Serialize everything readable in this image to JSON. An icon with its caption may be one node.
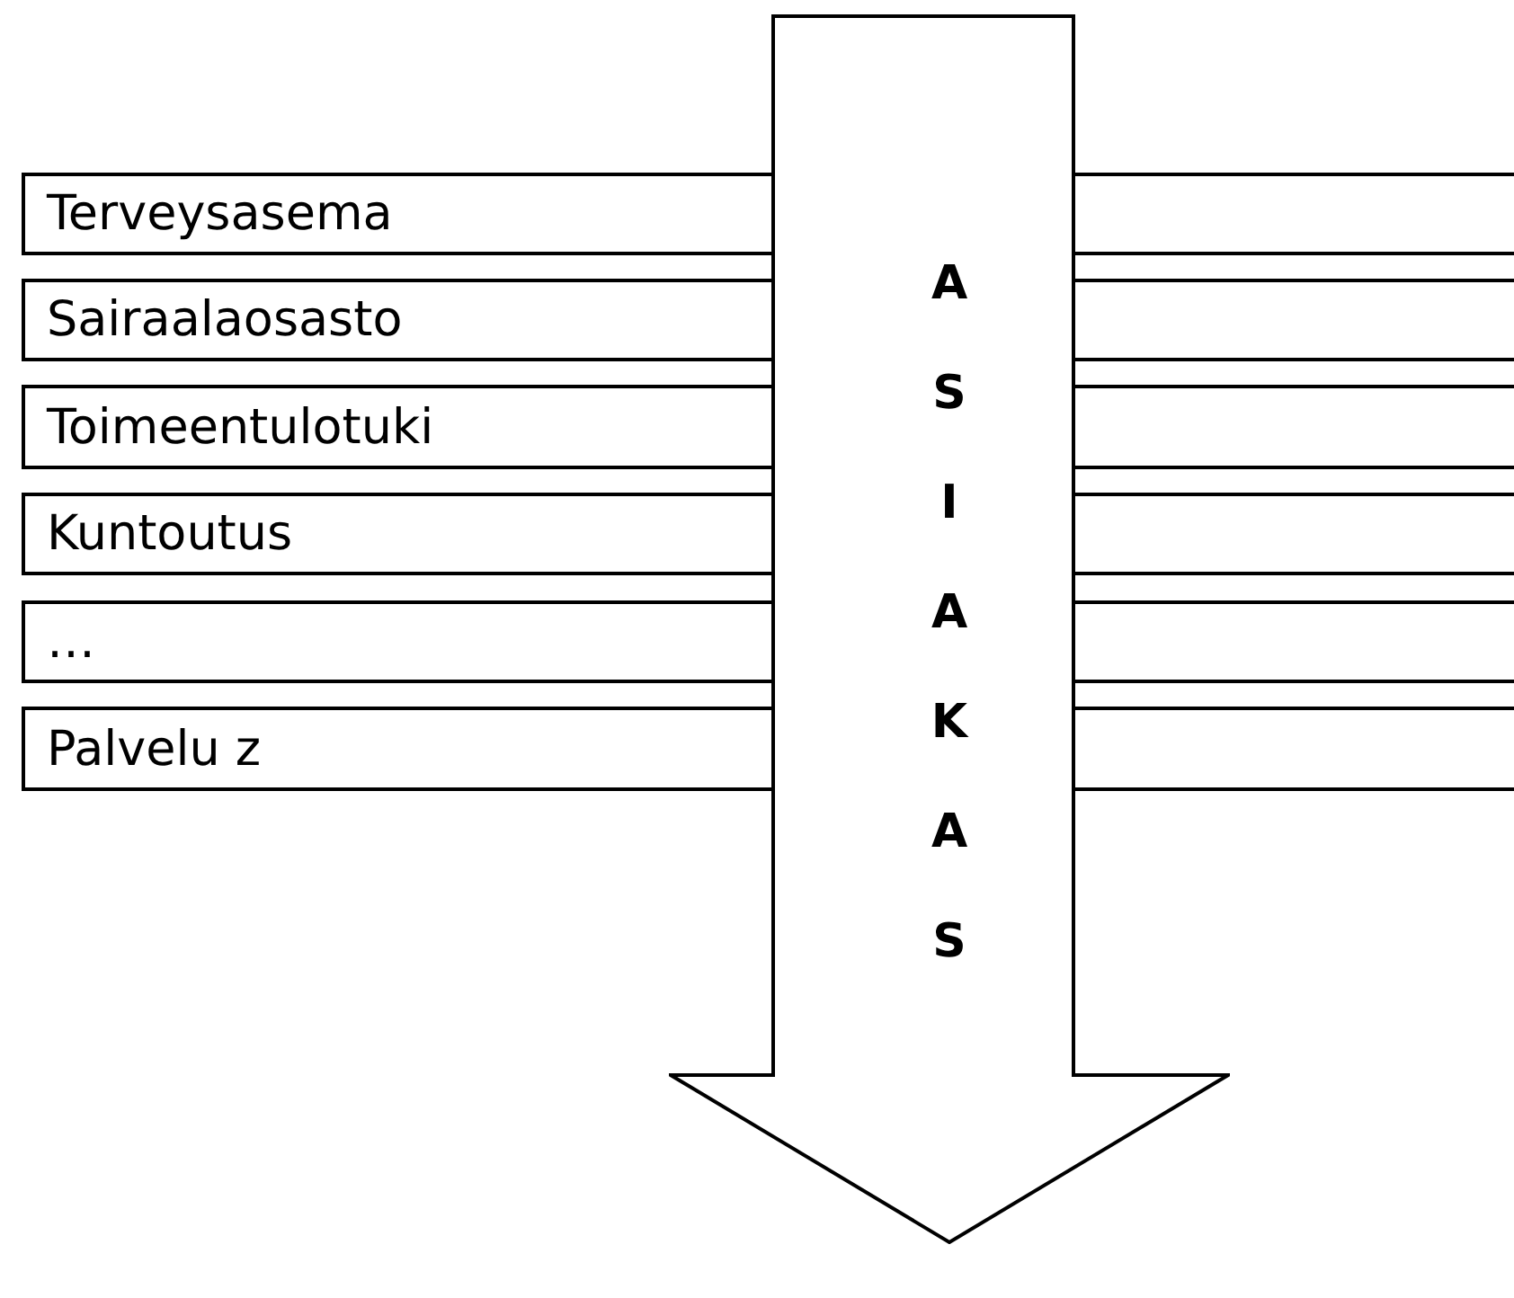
{
  "diagram": {
    "nodes": [
      {
        "text": [
          "Terveysasema"
        ]
      },
      {
        "text": [
          "Sairaalaosasto"
        ]
      },
      {
        "text": [
          "Toimeentulotuki"
        ]
      },
      {
        "text": [
          "Kuntoutus"
        ]
      },
      {
        "text": [
          "…"
        ]
      },
      {
        "text": [
          "Palvelu z"
        ]
      },
      {
        "text": [
          "ASIAKAS"
        ]
      },
      {
        "text": [],
        "shape": "box"
      },
      {
        "text": [],
        "shape": "box"
      },
      {
        "text": [],
        "shape": "box"
      },
      {
        "text": [],
        "shape": "box"
      },
      {
        "text": [],
        "shape": "box"
      },
      {
        "text": [],
        "shape": "box"
      }
    ]
  }
}
